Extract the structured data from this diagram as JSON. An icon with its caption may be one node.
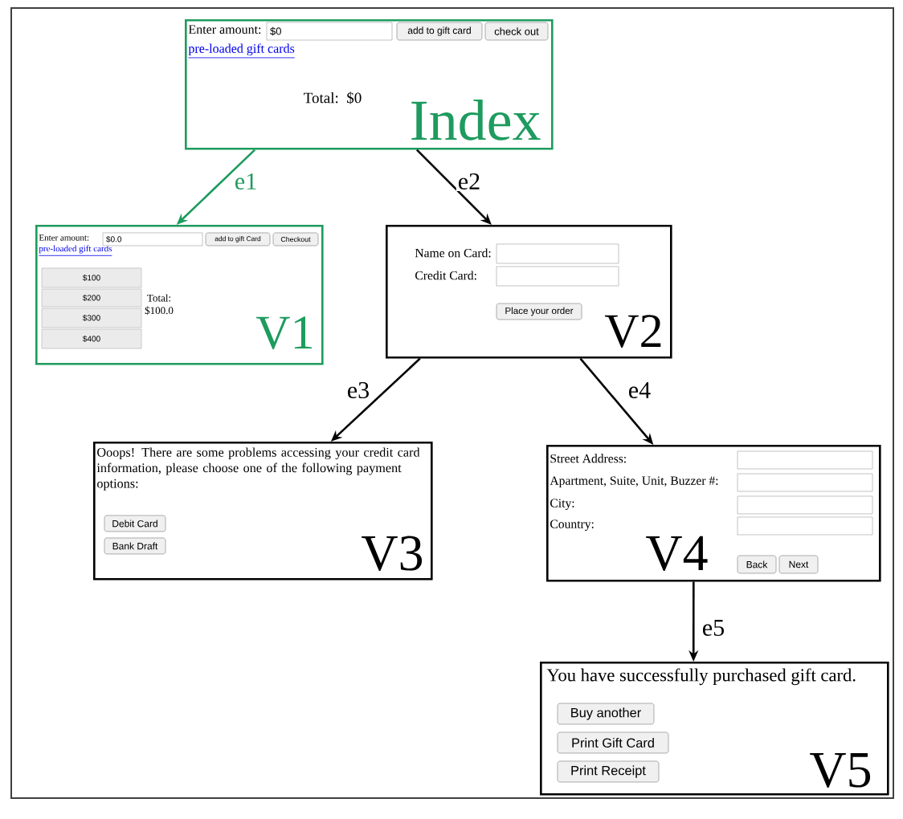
{
  "diagram": {
    "nodes": [
      {
        "text": [
          "Enter amount:",
          "pre-loaded gift cards",
          "Total: $0",
          "Index"
        ]
      },
      {
        "text": [
          "$0"
        ],
        "in": 0
      },
      {
        "text": [
          "add to gift card"
        ],
        "in": 0
      },
      {
        "text": [
          "check out"
        ],
        "in": 0
      },
      {
        "text": [
          "Enter amount:",
          "pre-loaded gift cards",
          "Total: $100.0",
          "V1"
        ]
      },
      {
        "text": [
          "$0.0"
        ],
        "in": 4
      },
      {
        "text": [
          "add to gift Card"
        ],
        "in": 4
      },
      {
        "text": [
          "Checkout"
        ],
        "in": 4
      },
      {
        "text": [
          "$100"
        ],
        "in": 4
      },
      {
        "text": [
          "$200"
        ],
        "in": 4
      },
      {
        "text": [
          "$300"
        ],
        "in": 4
      },
      {
        "text": [
          "$400"
        ],
        "in": 4
      },
      {
        "text": [
          "Name on Card:",
          "Credit Card:",
          "V2"
        ]
      },
      {
        "text": [],
        "shape": "box",
        "in": 12
      },
      {
        "text": [],
        "shape": "box",
        "in": 12
      },
      {
        "text": [
          "Place your order"
        ],
        "in": 12
      },
      {
        "text": [
          "Ooops! There are some problems accessing your credit card information, please choose one of the following payment options:",
          "V3"
        ]
      },
      {
        "text": [
          "Debit Card"
        ],
        "in": 16
      },
      {
        "text": [
          "Bank Draft"
        ],
        "in": 16
      },
      {
        "text": [
          "Street Address:",
          "Apartment, Suite, Unit, Buzzer #:",
          "City:",
          "Country:",
          "V4"
        ]
      },
      {
        "text": [],
        "shape": "box",
        "in": 19
      },
      {
        "text": [],
        "shape": "box",
        "in": 19
      },
      {
        "text": [],
        "shape": "box",
        "in": 19
      },
      {
        "text": [],
        "shape": "box",
        "in": 19
      },
      {
        "text": [
          "Back"
        ],
        "in": 19
      },
      {
        "text": [
          "Next"
        ],
        "in": 19
      },
      {
        "text": [
          "You have successfully purchased gift card.",
          "V5"
        ]
      },
      {
        "text": [
          "Buy another"
        ],
        "in": 26
      },
      {
        "text": [
          "Print Gift Card"
        ],
        "in": 26
      },
      {
        "text": [
          "Print Receipt"
        ],
        "in": 26
      }
    ],
    "edges": [
      {
        "from": 0,
        "to": 4,
        "arrow": "to",
        "label": "e1",
        "color": "#1e9b5e"
      },
      {
        "from": 0,
        "to": 12,
        "arrow": "to",
        "label": "e2"
      },
      {
        "from": 12,
        "to": 16,
        "arrow": "to",
        "label": "e3"
      },
      {
        "from": 12,
        "to": 19,
        "arrow": "to",
        "label": "e4"
      },
      {
        "from": 19,
        "to": 26,
        "arrow": "to",
        "label": "e5"
      }
    ]
  }
}
